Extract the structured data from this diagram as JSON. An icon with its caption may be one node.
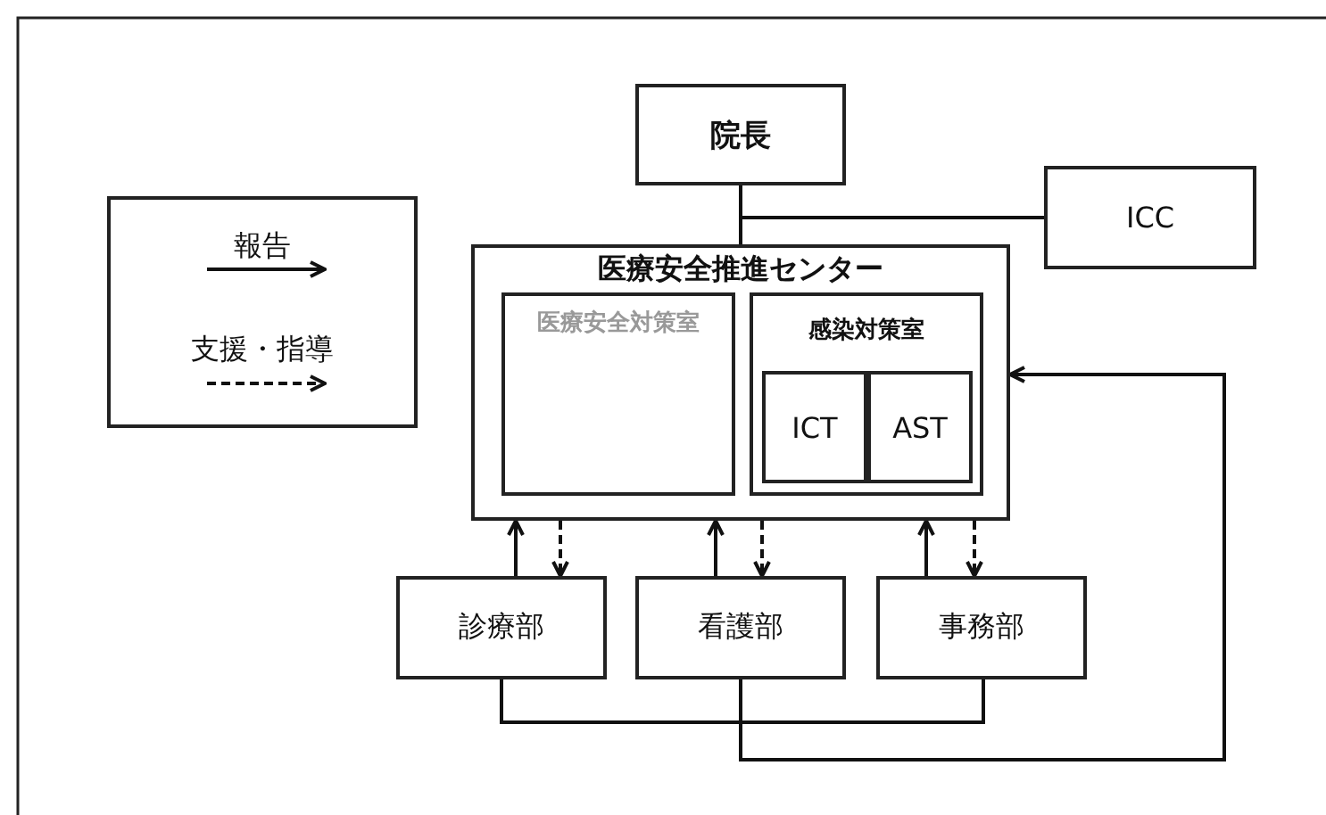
{
  "diagram": {
    "nodes": [
      {
        "text": [
          "院長"
        ]
      },
      {
        "text": [
          "ICC"
        ]
      },
      {
        "text": [
          "医療安全推進センター"
        ]
      },
      {
        "text": [
          "医療安全対策室"
        ],
        "in": 2
      },
      {
        "text": [
          "感染対策室"
        ],
        "in": 2
      },
      {
        "text": [
          "ICT"
        ],
        "in": 4
      },
      {
        "text": [
          "AST"
        ],
        "in": 4
      },
      {
        "text": [
          "診療部"
        ]
      },
      {
        "text": [
          "看護部"
        ]
      },
      {
        "text": [
          "事務部"
        ]
      }
    ],
    "edges": [
      {
        "from": 0,
        "to": 2,
        "arrow": "none"
      },
      {
        "from": 1,
        "to": 2,
        "arrow": "none"
      },
      {
        "from": 7,
        "to": 2,
        "arrow": "to"
      },
      {
        "from": 2,
        "to": 7,
        "arrow": "to",
        "style": "dashed"
      },
      {
        "from": 8,
        "to": 2,
        "arrow": "to"
      },
      {
        "from": 2,
        "to": 8,
        "arrow": "to",
        "style": "dashed"
      },
      {
        "from": 9,
        "to": 2,
        "arrow": "to"
      },
      {
        "from": 2,
        "to": 9,
        "arrow": "to",
        "style": "dashed"
      },
      {
        "from": 7,
        "to": 9,
        "arrow": "none"
      },
      {
        "from": 8,
        "to": 2,
        "arrow": "to"
      }
    ],
    "legend": [
      {
        "text": "報告"
      },
      {
        "text": "支援・指導"
      }
    ]
  }
}
